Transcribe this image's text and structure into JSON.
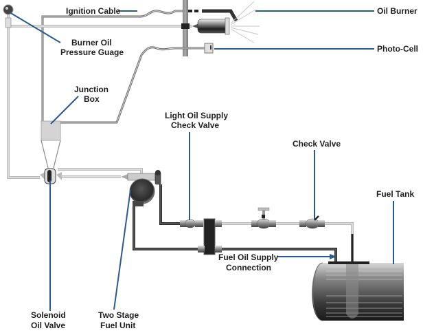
{
  "diagram": {
    "title": "Oil Burner Fuel System",
    "labels": {
      "ignition_cable": "Ignition Cable",
      "oil_burner": "Oil Burner",
      "burner_oil_pressure_gauge_line1": "Burner Oil",
      "burner_oil_pressure_gauge_line2": "Pressure Guage",
      "photo_cell": "Photo-Cell",
      "junction_box_line1": "Junction",
      "junction_box_line2": "Box",
      "light_oil_supply_check_valve_line1": "Light Oil Supply",
      "light_oil_supply_check_valve_line2": "Check Valve",
      "check_valve": "Check Valve",
      "fuel_tank": "Fuel Tank",
      "fuel_oil_supply_connection_line1": "Fuel Oil Supply",
      "fuel_oil_supply_connection_line2": "Connection",
      "solenoid_oil_valve_line1": "Solenoid",
      "solenoid_oil_valve_line2": "Oil Valve",
      "two_stage_fuel_unit_line1": "Two Stage",
      "two_stage_fuel_unit_line2": "Fuel Unit"
    },
    "colors": {
      "leader_line": "#2a5a8c",
      "label_text": "#1e1e1e",
      "tank_dark": "#2a2a2a",
      "tank_light": "#9a9a9a"
    }
  }
}
